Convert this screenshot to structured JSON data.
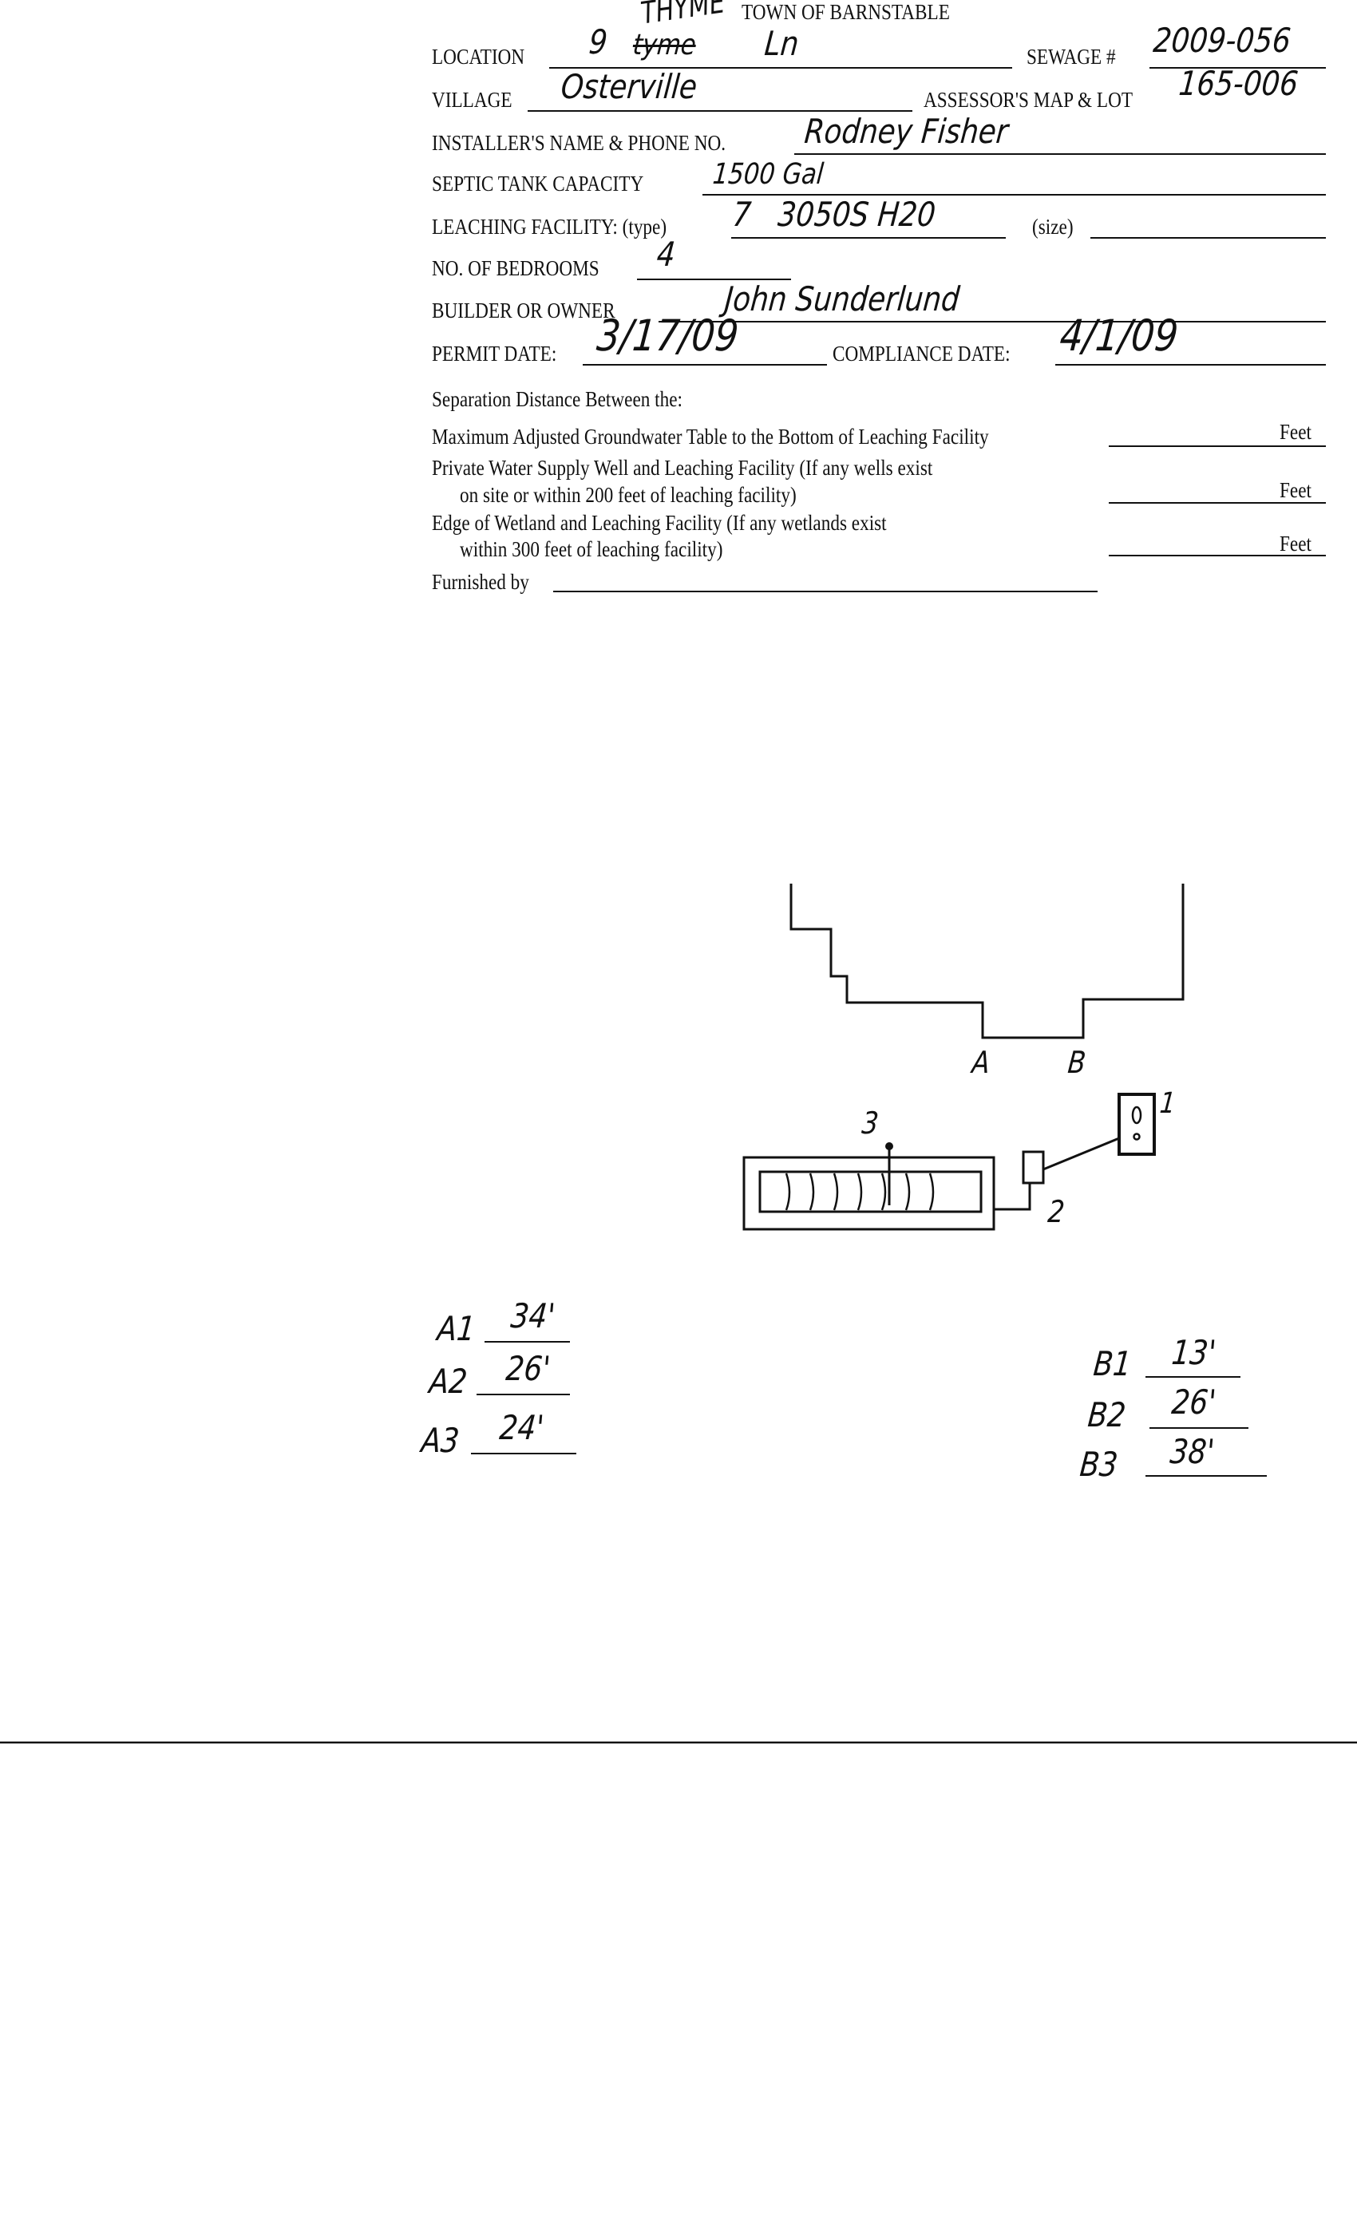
{
  "header": {
    "title": "TOWN OF BARNSTABLE",
    "handwritten_annotation": "THYME"
  },
  "fields": {
    "location": {
      "label": "LOCATION",
      "number": "9",
      "struck": "tyme",
      "street": "Ln"
    },
    "sewage": {
      "label": "SEWAGE #",
      "value": "2009-056"
    },
    "village": {
      "label": "VILLAGE",
      "value": "Osterville"
    },
    "assessor": {
      "label": "ASSESSOR'S MAP & LOT",
      "value": "165-006"
    },
    "installer": {
      "label": "INSTALLER'S NAME & PHONE NO.",
      "value": "Rodney Fisher"
    },
    "septic": {
      "label": "SEPTIC TANK CAPACITY",
      "value": "1500 Gal"
    },
    "leaching": {
      "label": "LEACHING FACILITY: (type)",
      "value": "7   3050S H20",
      "size_label": "(size)"
    },
    "bedrooms": {
      "label": "NO. OF BEDROOMS",
      "value": "4"
    },
    "builder": {
      "label": "BUILDER OR OWNER",
      "value": "John Sunderlund"
    },
    "permit": {
      "label": "PERMIT DATE:",
      "value": "3/17/09"
    },
    "compliance": {
      "label": "COMPLIANCE DATE:",
      "value": "4/1/09"
    }
  },
  "separation": {
    "heading": "Separation Distance Between the:",
    "rows": [
      {
        "line1": "Maximum Adjusted Groundwater Table to the Bottom of Leaching Facility",
        "line2": "",
        "unit": "Feet"
      },
      {
        "line1": "Private Water Supply Well and Leaching Facility  (If any wells exist",
        "line2": "on site or within 200 feet of leaching facility)",
        "unit": "Feet"
      },
      {
        "line1": "Edge of Wetland and Leaching Facility (If any wetlands exist",
        "line2": "within 300 feet of leaching facility)",
        "unit": "Feet"
      }
    ],
    "furnished_label": "Furnished by"
  },
  "diagram": {
    "corner_a": "A",
    "corner_b": "B",
    "well": "1",
    "dbox": "2",
    "trench": "3"
  },
  "measurements": {
    "a": [
      {
        "label": "A1",
        "value": "34'"
      },
      {
        "label": "A2",
        "value": "26'"
      },
      {
        "label": "A3",
        "value": "24'"
      }
    ],
    "b": [
      {
        "label": "B1",
        "value": "13'"
      },
      {
        "label": "B2",
        "value": "26'"
      },
      {
        "label": "B3",
        "value": "38'"
      }
    ]
  }
}
